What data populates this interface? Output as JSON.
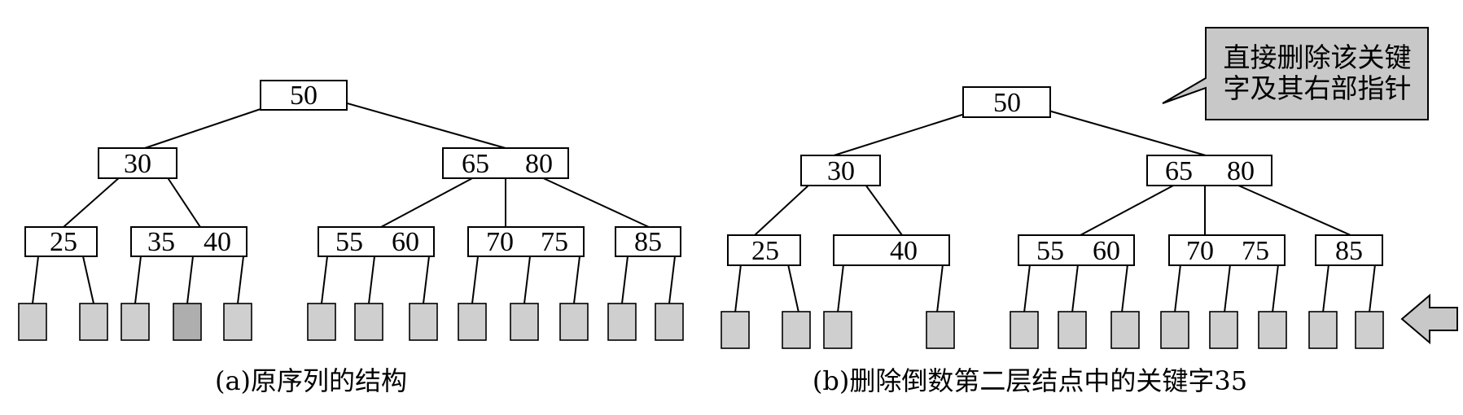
{
  "diagram_a": {
    "caption": "(a)原序列的结构",
    "keys": {
      "root": "50",
      "l2_left": "30",
      "l2_right_a": "65",
      "l2_right_b": "80",
      "l3_1": "25",
      "l3_2a": "35",
      "l3_2b": "40",
      "l3_3a": "55",
      "l3_3b": "60",
      "l3_4a": "70",
      "l3_4b": "75",
      "l3_5": "85"
    }
  },
  "diagram_b": {
    "caption": "(b)删除倒数第二层结点中的关键字35",
    "keys": {
      "root": "50",
      "l2_left": "30",
      "l2_right_a": "65",
      "l2_right_b": "80",
      "l3_1": "25",
      "l3_2b": "40",
      "l3_3a": "55",
      "l3_3b": "60",
      "l3_4a": "70",
      "l3_4b": "75",
      "l3_5": "85"
    },
    "note_line1": "直接删除该关键",
    "note_line2": "字及其右部指针"
  }
}
